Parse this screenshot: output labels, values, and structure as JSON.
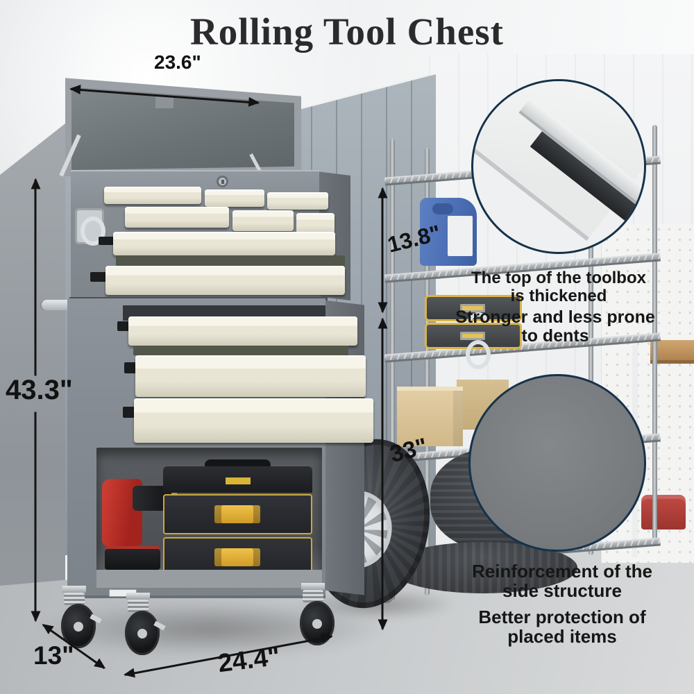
{
  "title": "Rolling Tool Chest",
  "dimensions": {
    "lid_width": "23.6\"",
    "chest_height": "13.8\"",
    "total_height": "43.3\"",
    "cabinet_height": "33\"",
    "depth": "13\"",
    "base_width": "24.4\""
  },
  "annotations": {
    "top_feature": {
      "line1": "The top of the toolbox",
      "line2": "is thickened"
    },
    "top_benefit": {
      "line1": "Stronger and less prone",
      "line2": "to dents"
    },
    "side_feature": {
      "line1": "Reinforcement of the",
      "line2": "side structure"
    },
    "side_benefit": {
      "line1": "Better protection of",
      "line2": "placed items"
    }
  },
  "colors": {
    "callout_ring": "#16324a",
    "chest_gray": "#878d93",
    "drawer_cream": "#e9e6d6",
    "accent_yellow": "#d9b437",
    "drill_red": "#c0392e",
    "annotation_text": "#161616"
  }
}
